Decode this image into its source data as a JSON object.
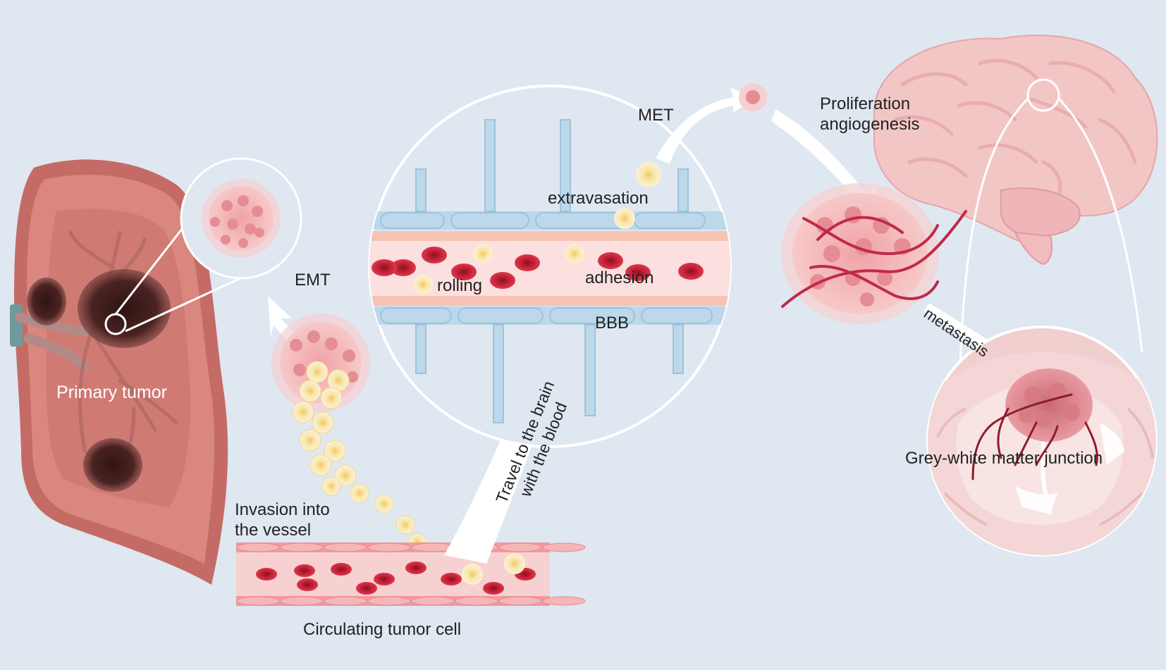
{
  "labels": {
    "primary_tumor": "Primary tumor",
    "emt": "EMT",
    "invasion": "Invasion into\nthe vessel",
    "circulating": "Circulating tumor cell",
    "travel": "Travel to the brain\nwith the blood",
    "rolling": "rolling",
    "adhesion": "adhesion",
    "extravasation": "extravasation",
    "bbb": "BBB",
    "met": "MET",
    "proliferation": "Proliferation\nangiogenesis",
    "metastasis": "metastasis",
    "grey_white": "Grey-white matter junction"
  },
  "colors": {
    "background": "#dfe7f1",
    "lung": "#c86f6a",
    "tumor": "#3f1d1c",
    "blood_cell": "#c8243a",
    "tumor_cell": "#f6e2a4",
    "vessel_wall": "#f7c9c9",
    "capillary": "#bcd8ea",
    "brain": "#f4c4c4",
    "arrow": "#ffffff"
  }
}
